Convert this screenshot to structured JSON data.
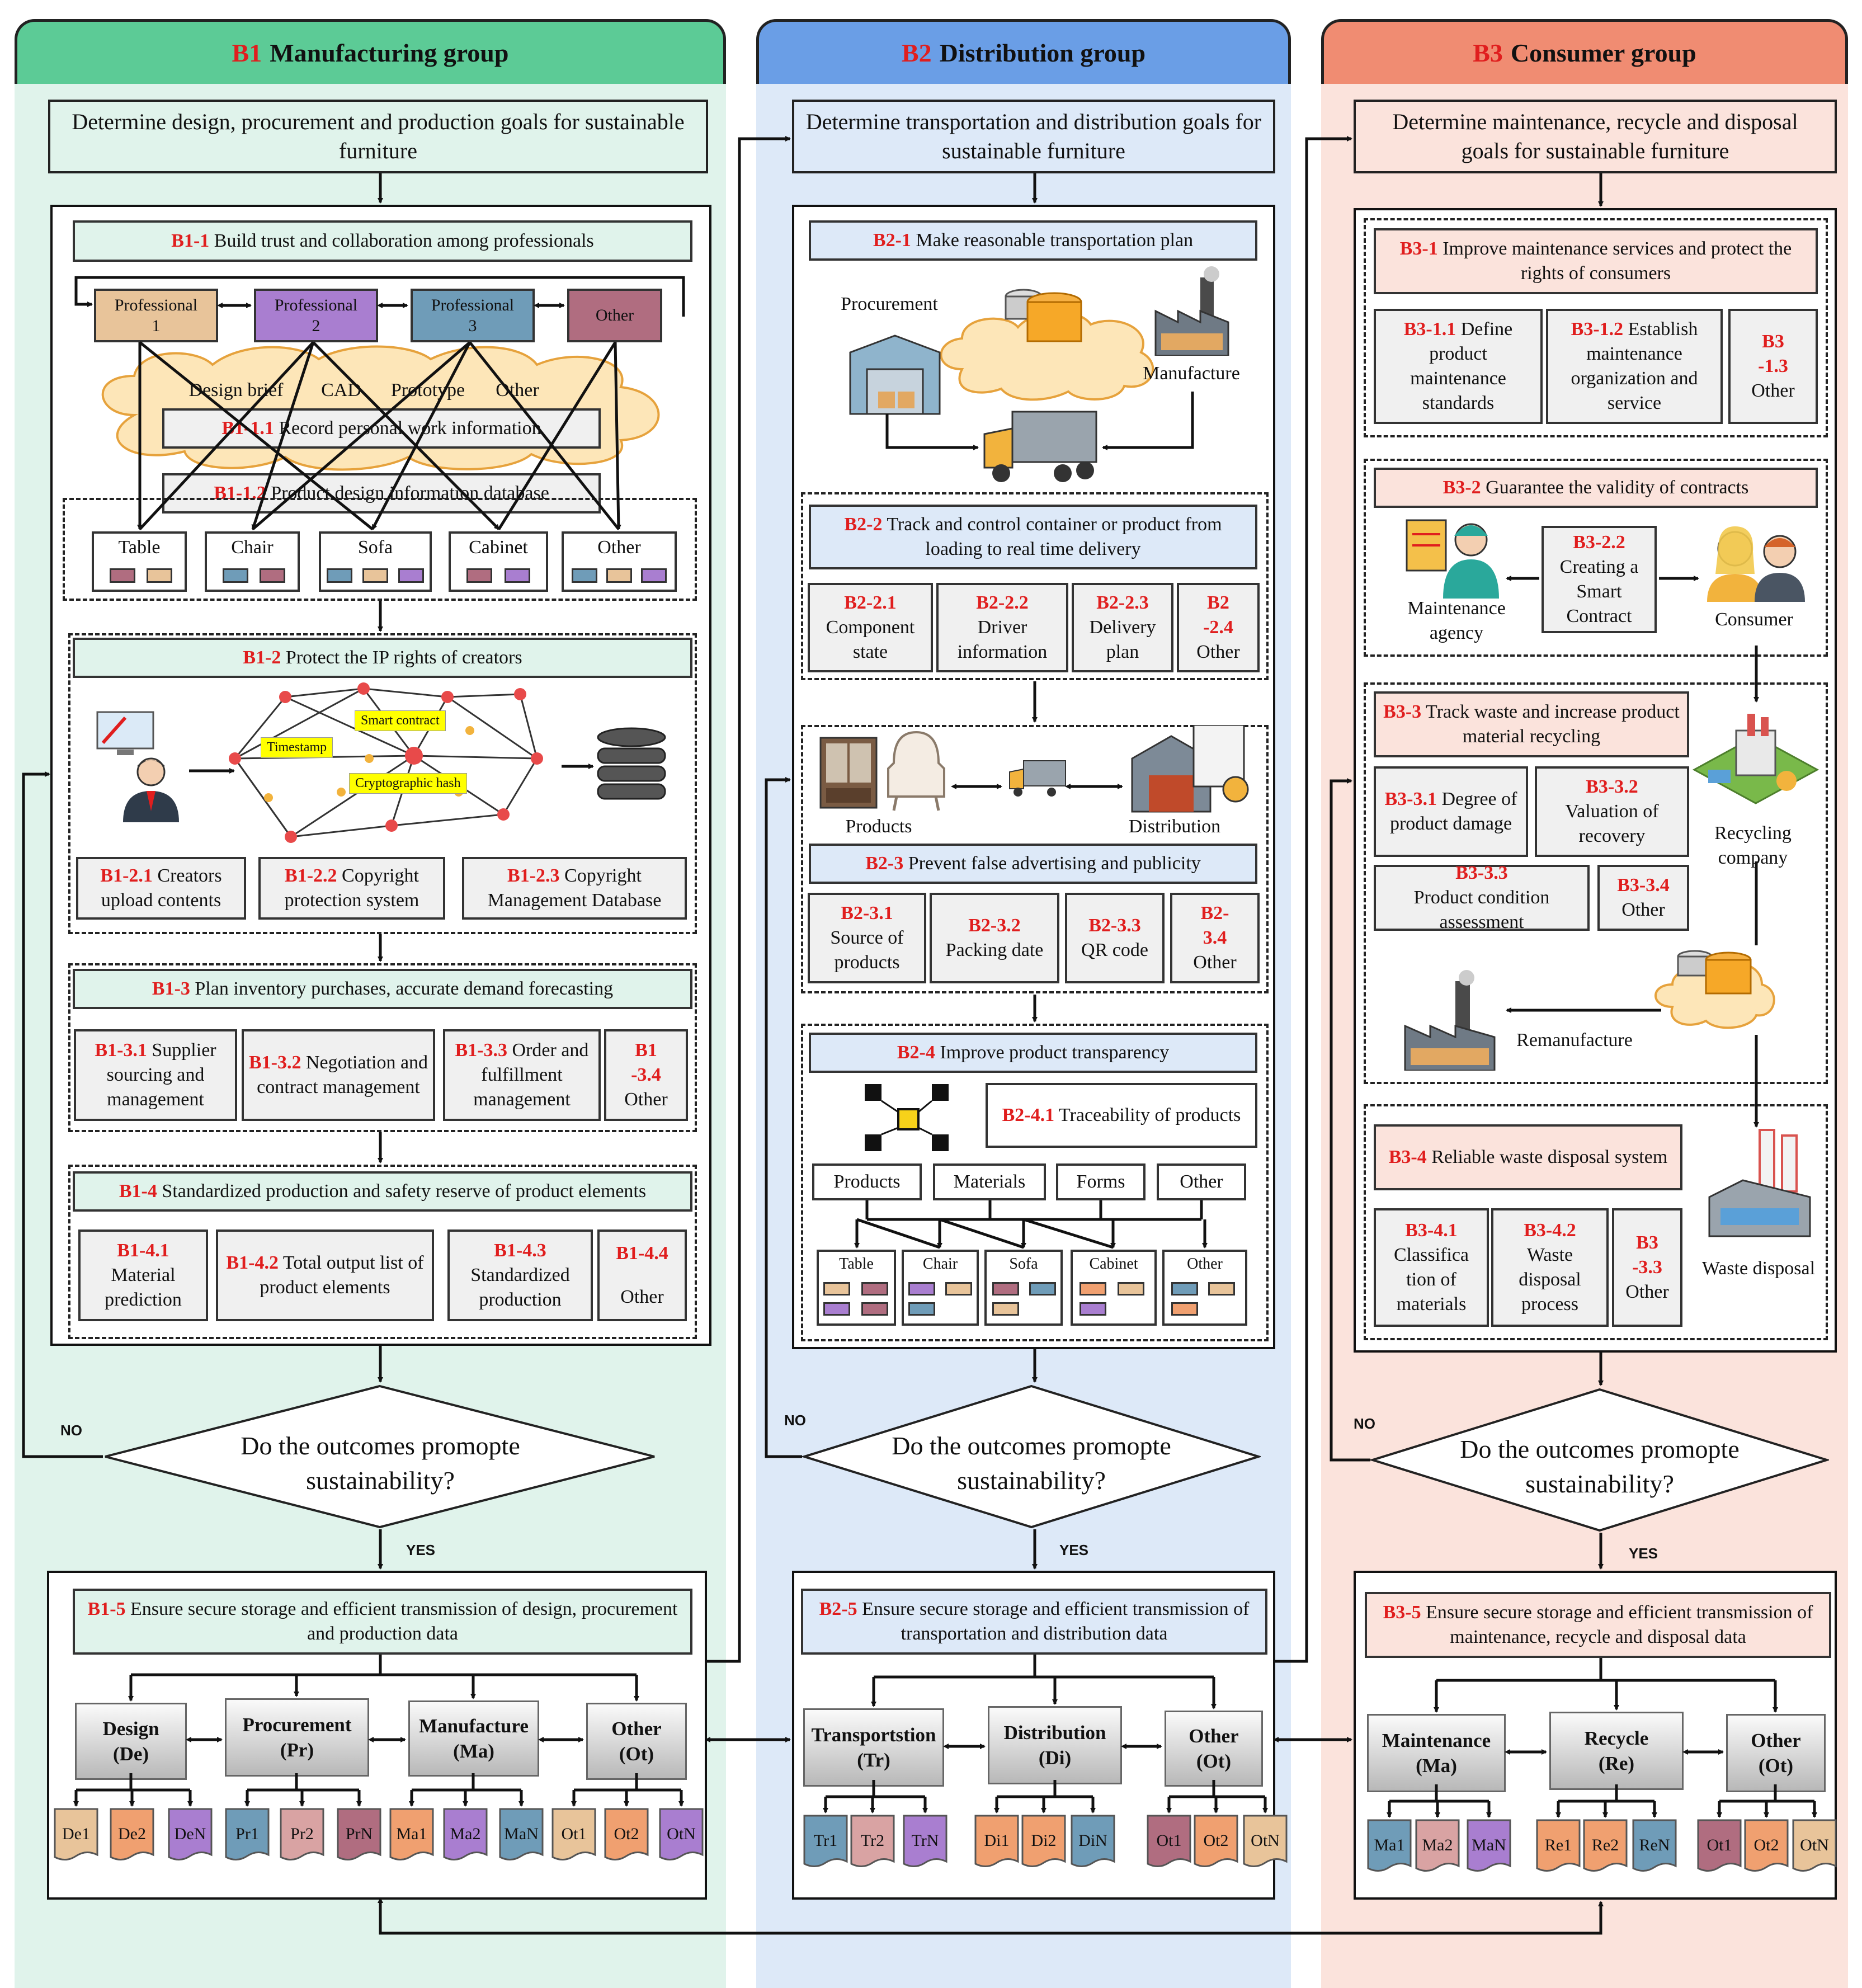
{
  "colors": {
    "b1_bg": "#e0f3eb",
    "b1_head": "#5ccb96",
    "b2_bg": "#dde9f8",
    "b2_head": "#6a9ee6",
    "b3_bg": "#fbe3dc",
    "b3_head": "#f08c72",
    "code_red": "#e01e1e",
    "highlight": "#ffff00"
  },
  "b1": {
    "code": "B1",
    "title": "Manufacturing group",
    "goal": "Determine design, procurement and production goals for sustainable furniture",
    "s1": {
      "code": "B1-1",
      "text": "Build trust and collaboration among professionals"
    },
    "professionals": [
      "Professional\n1",
      "Professional\n2",
      "Professional\n3",
      "Other"
    ],
    "cloud_items": [
      "Design brief",
      "CAD",
      "Prototype",
      "Other"
    ],
    "s11": {
      "code": "B1-1.1",
      "text": "Record personal work information"
    },
    "s12": {
      "code": "B1-1.2",
      "text": "Product design information database"
    },
    "furniture": [
      "Table",
      "Chair",
      "Sofa",
      "Cabinet",
      "Other"
    ],
    "s2": {
      "code": "B1-2",
      "text": "Protect the IP rights of creators"
    },
    "ip_labels": [
      "Smart contract",
      "Timestamp",
      "Cryptographic hash"
    ],
    "s2_items": [
      {
        "code": "B1-2.1",
        "text": "Creators upload contents"
      },
      {
        "code": "B1-2.2",
        "text": "Copyright protection system"
      },
      {
        "code": "B1-2.3",
        "text": "Copyright Management Database"
      }
    ],
    "s3": {
      "code": "B1-3",
      "text": "Plan inventory purchases, accurate demand forecasting"
    },
    "s3_items": [
      {
        "code": "B1-3.1",
        "text": "Supplier sourcing and management"
      },
      {
        "code": "B1-3.2",
        "text": "Negotiation and contract management"
      },
      {
        "code": "B1-3.3",
        "text": "Order and fulfillment management"
      },
      {
        "code": "B1\n-3.4",
        "text": "Other"
      }
    ],
    "s4": {
      "code": "B1-4",
      "text": "Standardized production and safety reserve of product elements"
    },
    "s4_items": [
      {
        "code": "B1-4.1",
        "text": "Material prediction"
      },
      {
        "code": "B1-4.2",
        "text": "Total output list of product elements"
      },
      {
        "code": "B1-4.3",
        "text": "Standardized production"
      },
      {
        "code": "B1-4.4",
        "text": "Other"
      }
    ],
    "decision": "Do the outcomes promopte sustainability?",
    "no": "NO",
    "yes": "YES",
    "s5": {
      "code": "B1-5",
      "text": "Ensure secure storage and efficient transmission of design, procurement and production data"
    },
    "stores": [
      "Design\n(De)",
      "Procurement\n(Pr)",
      "Manufacture\n(Ma)",
      "Other\n(Ot)"
    ],
    "docs": [
      "De1",
      "De2",
      "DeN",
      "Pr1",
      "Pr2",
      "PrN",
      "Ma1",
      "Ma2",
      "MaN",
      "Ot1",
      "Ot2",
      "OtN"
    ]
  },
  "b2": {
    "code": "B2",
    "title": "Distribution group",
    "goal": "Determine transportation and distribution goals for sustainable furniture",
    "s1": {
      "code": "B2-1",
      "text": "Make reasonable transportation plan"
    },
    "procurement": "Procurement",
    "manufacture": "Manufacture",
    "s2": {
      "code": "B2-2",
      "text": "Track and control container or product from loading to real time delivery"
    },
    "s2_items": [
      {
        "code": "B2-2.1",
        "text": "Component state"
      },
      {
        "code": "B2-2.2",
        "text": "Driver information"
      },
      {
        "code": "B2-2.3",
        "text": "Delivery plan"
      },
      {
        "code": "B2\n-2.4",
        "text": "Other"
      }
    ],
    "products": "Products",
    "distribution": "Distribution",
    "s3": {
      "code": "B2-3",
      "text": "Prevent false advertising and publicity"
    },
    "s3_items": [
      {
        "code": "B2-3.1",
        "text": "Source of products"
      },
      {
        "code": "B2-3.2",
        "text": "Packing date"
      },
      {
        "code": "B2-3.3",
        "text": "QR code"
      },
      {
        "code": "B2-\n3.4",
        "text": "Other"
      }
    ],
    "s4": {
      "code": "B2-4",
      "text": "Improve product transparency"
    },
    "s41": {
      "code": "B2-4.1",
      "text": "Traceability of products"
    },
    "trace_items": [
      "Products",
      "Materials",
      "Forms",
      "Other"
    ],
    "furniture": [
      "Table",
      "Chair",
      "Sofa",
      "Cabinet",
      "Other"
    ],
    "decision": "Do the outcomes promopte sustainability?",
    "no": "NO",
    "yes": "YES",
    "s5": {
      "code": "B2-5",
      "text": "Ensure secure storage and efficient transmission of transportation and distribution data"
    },
    "stores": [
      "Transportstion\n(Tr)",
      "Distribution\n(Di)",
      "Other\n(Ot)"
    ],
    "docs": [
      "Tr1",
      "Tr2",
      "TrN",
      "Di1",
      "Di2",
      "DiN",
      "Ot1",
      "Ot2",
      "OtN"
    ]
  },
  "b3": {
    "code": "B3",
    "title": "Consumer group",
    "goal": "Determine maintenance, recycle and disposal goals for sustainable furniture",
    "s1": {
      "code": "B3-1",
      "text": "Improve  maintenance services and protect the rights of consumers"
    },
    "s1_items": [
      {
        "code": "B3-1.1",
        "text": "Define product maintenance standards"
      },
      {
        "code": "B3-1.2",
        "text": "Establish maintenance organization and service"
      },
      {
        "code": "B3\n-1.3",
        "text": "Other"
      }
    ],
    "s2": {
      "code": "B3-2",
      "text": "Guarantee the validity of contracts"
    },
    "s22": {
      "code": "B3-2.2",
      "text": "Creating a Smart Contract"
    },
    "maintenance_agency": "Maintenance agency",
    "consumer": "Consumer",
    "s3": {
      "code": "B3-3",
      "text": "Track waste and increase product material recycling"
    },
    "s3_items": [
      {
        "code": "B3-3.1",
        "text": "Degree of product damage"
      },
      {
        "code": "B3-3.2",
        "text": "Valuation of recovery"
      },
      {
        "code": "B3-3.3",
        "text": "Product condition assessment"
      },
      {
        "code": "B3-3.4",
        "text": "Other"
      }
    ],
    "recycling_company": "Recycling company",
    "remanufacture": "Remanufacture",
    "s4": {
      "code": "B3-4",
      "text": "Reliable waste disposal system"
    },
    "s4_items": [
      {
        "code": "B3-4.1",
        "text": "Classifica tion of materials"
      },
      {
        "code": "B3-4.2",
        "text": "Waste disposal process"
      },
      {
        "code": "B3\n-3.3",
        "text": "Other"
      }
    ],
    "waste_disposal": "Waste disposal",
    "decision": "Do the outcomes promopte sustainability?",
    "no": "NO",
    "yes": "YES",
    "s5": {
      "code": "B3-5",
      "text": "Ensure secure storage and efficient transmission of maintenance, recycle and disposal data"
    },
    "stores": [
      "Maintenance\n(Ma)",
      "Recycle\n(Re)",
      "Other\n(Ot)"
    ],
    "docs": [
      "Ma1",
      "Ma2",
      "MaN",
      "Re1",
      "Re2",
      "ReN",
      "Ot1",
      "Ot2",
      "OtN"
    ]
  }
}
